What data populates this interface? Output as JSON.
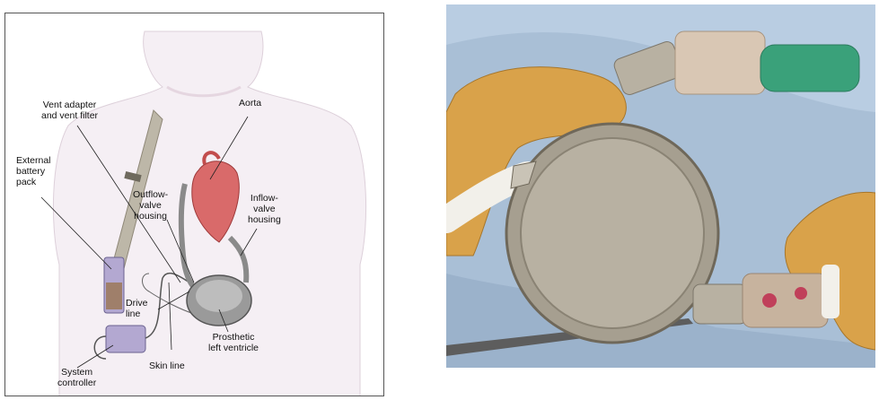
{
  "diagram": {
    "labels": {
      "vent_adapter": "Vent adapter\nand vent filter",
      "aorta": "Aorta",
      "external_battery": "External\nbattery\npack",
      "outflow_valve": "Outflow-\nvalve\nhousing",
      "inflow_valve": "Inflow-\nvalve\nhousing",
      "drive_line": "Drive\nline",
      "system_controller": "System\ncontroller",
      "skin_line": "Skin line",
      "prosthetic_ventricle": "Prosthetic\nleft ventricle"
    }
  },
  "photo": {
    "subject": "prosthetic-left-ventricle-device-photo"
  },
  "colors": {
    "skin_shadow": "#e8dbe6",
    "heart": "#d96a6a",
    "device_gray": "#9a9a9a",
    "battery_purple": "#b3a8d1",
    "drape_blue": "#a9bfd6",
    "glove": "#d9a24a",
    "metal": "#b8b1a2",
    "green_sleeve": "#3aa17a"
  }
}
